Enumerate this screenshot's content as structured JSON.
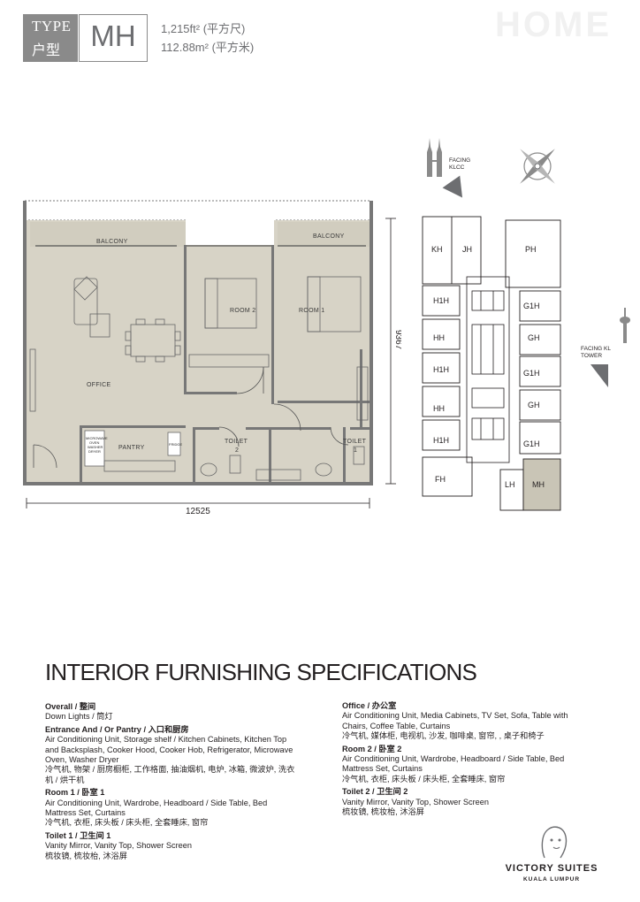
{
  "header": {
    "type_word": "TYPE",
    "type_word_cn": "户型",
    "unit_type": "MH",
    "area_sqft": "1,215ft² (平方尺)",
    "area_sqm": "112.88m² (平方米)",
    "brand_watermark": "HOME"
  },
  "floor_plan": {
    "labels": {
      "balcony_left": "BALCONY",
      "balcony_right": "BALCONY",
      "room2": "ROOM 2",
      "room1": "ROOM 1",
      "office": "OFFICE",
      "pantry": "PANTRY",
      "toilet2_line1": "TOILET",
      "toilet2_line2": "2",
      "toilet1_line1": "TOILET",
      "toilet1_line2": "1",
      "appliance_line1": "MICROWAVE",
      "appliance_line2": "OVEN",
      "appliance_line3": "WASHER",
      "appliance_line4": "DRYER",
      "fridge": "FRIDGE"
    },
    "dimension_width": "12525",
    "dimension_depth": "9367"
  },
  "facing": {
    "klcc_line1": "FACING",
    "klcc_line2": "KLCC",
    "kl_tower_line1": "FACING KL",
    "kl_tower_line2": "TOWER"
  },
  "key_plan": {
    "units": {
      "kh": "KH",
      "jh": "JH",
      "ph": "PH",
      "h1h_a": "H1H",
      "g1h_a": "G1H",
      "hh_a": "HH",
      "gh_a": "GH",
      "h1h_b": "H1H",
      "g1h_b": "G1H",
      "hh_b": "HH",
      "gh_b": "GH",
      "h1h_c": "H1H",
      "g1h_c": "G1H",
      "fh": "FH",
      "lh": "LH",
      "mh": "MH"
    },
    "highlight_color": "#c9c5b6"
  },
  "specs": {
    "heading": "INTERIOR FURNISHING SPECIFICATIONS",
    "overall": {
      "title": "Overall / 整间",
      "body": "Down Lights / 筒灯"
    },
    "entrance": {
      "title": "Entrance And / Or Pantry / 入口和厨房",
      "body": "Air Conditioning Unit, Storage shelf / Kitchen Cabinets, Kitchen Top\nand Backsplash, Cooker Hood, Cooker Hob, Refrigerator, Microwave\nOven, Washer Dryer\n冷气机, 物架 / 厨房橱柜, 工作格面, 抽油烟机, 电炉, 冰箱, 微波炉, 洗衣\n机 / 烘干机"
    },
    "room1": {
      "title": "Room 1 / 卧室 1",
      "body": "Air Conditioning Unit, Wardrobe, Headboard / Side Table, Bed\nMattress Set, Curtains\n冷气机, 衣柜, 床头板 / 床头柜, 全套睡床, 窗帘"
    },
    "toilet1": {
      "title": "Toilet 1 / 卫生间 1",
      "body": "Vanity Mirror, Vanity Top, Shower Screen\n梳妆镜, 梳妆枱, 沐浴屏"
    },
    "office": {
      "title": "Office / 办公室",
      "body": "Air Conditioning Unit, Media Cabinets, TV Set, Sofa, Table with\nChairs, Coffee Table, Curtains\n冷气机, 媒体柜, 电视机, 沙发, 咖啡桌, 窗帘, , 桌子和椅子"
    },
    "room2": {
      "title": "Room 2 / 卧室 2",
      "body": "Air Conditioning Unit, Wardrobe, Headboard / Side Table, Bed\nMattress Set, Curtains\n冷气机, 衣柜, 床头板 / 床头柜, 全套睡床, 窗帘"
    },
    "toilet2": {
      "title": "Toilet 2 / 卫生间 2",
      "body": "Vanity Mirror, Vanity Top, Shower Screen\n梳妆镜, 梳妆枱, 沐浴屏"
    }
  },
  "footer": {
    "brand": "VICTORY SUITES",
    "city": "KUALA LUMPUR"
  }
}
